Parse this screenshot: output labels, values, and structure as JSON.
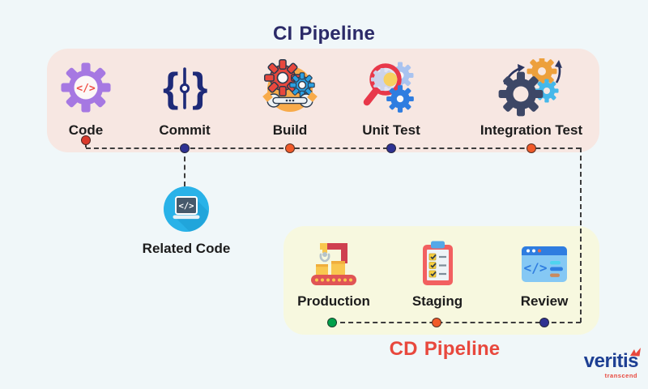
{
  "ci_pipeline": {
    "title": {
      "bold": "CI",
      "rest": "Pipeline"
    },
    "stages": [
      {
        "label": "Code",
        "icon": "gear-code-icon",
        "dot_color": "#da392b"
      },
      {
        "label": "Commit",
        "icon": "git-commit-braces-icon",
        "dot_color": "#2e3192"
      },
      {
        "label": "Build",
        "icon": "gears-wrench-icon",
        "dot_color": "#f15a29"
      },
      {
        "label": "Unit Test",
        "icon": "magnifier-gear-icon",
        "dot_color": "#2e3192"
      },
      {
        "label": "Integration Test",
        "icon": "integration-gears-arrows-icon",
        "dot_color": "#f15a29"
      }
    ]
  },
  "related_code": {
    "label": "Related Code",
    "icon": "laptop-code-icon"
  },
  "cd_pipeline": {
    "title": {
      "bold": "CD",
      "rest": "Pipeline"
    },
    "stages": [
      {
        "label": "Production",
        "icon": "conveyor-crane-icon",
        "dot_color": "#00a14b"
      },
      {
        "label": "Staging",
        "icon": "checklist-clipboard-icon",
        "dot_color": "#f15a29"
      },
      {
        "label": "Review",
        "icon": "code-browser-icon",
        "dot_color": "#2e3192"
      }
    ]
  },
  "brand": {
    "name": "veritis",
    "tagline": "transcend"
  },
  "colors": {
    "background": "#f0f7f9",
    "ci_box": "#f7e7e2",
    "cd_box": "#f7f8df",
    "ci_title": "#2b2a68",
    "cd_title": "#e8483d",
    "label": "#1c1c1c",
    "connector": "#3d3d3d",
    "related_circle": "#29b2e8"
  }
}
